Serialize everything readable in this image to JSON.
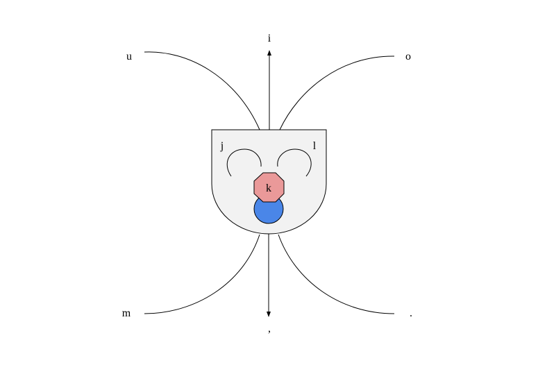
{
  "labels": {
    "i": "i",
    "u": "u",
    "o": "o",
    "j": "j",
    "l": "l",
    "k": "k",
    "m": "m",
    "comma": ",",
    "period": "."
  },
  "colors": {
    "body_fill": "#f2f2f2",
    "octagon_fill": "#ea9999",
    "circle_fill": "#4a86e8",
    "stroke": "#000000"
  }
}
